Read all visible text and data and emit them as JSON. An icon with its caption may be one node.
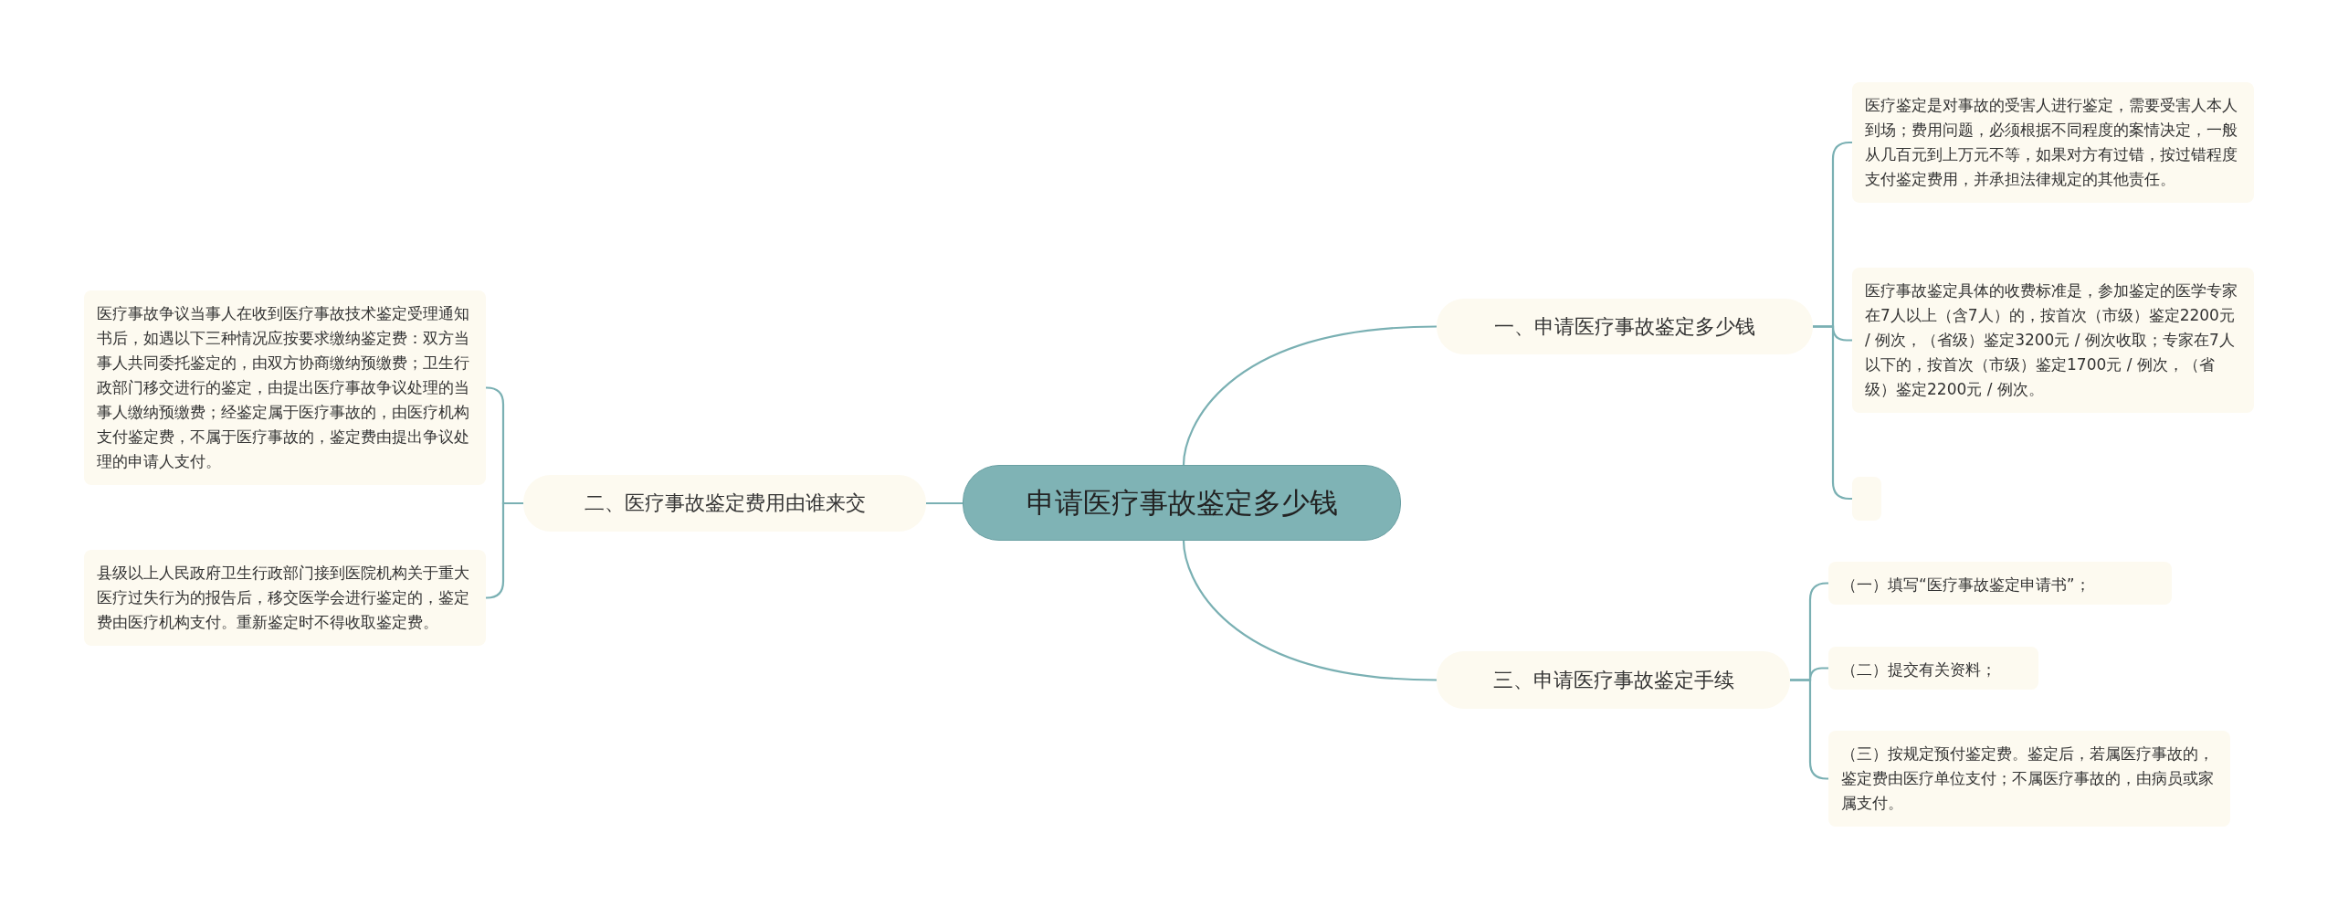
{
  "diagram": {
    "nodes": [
      {
        "text": [
          "申请医疗事故鉴定多少钱"
        ]
      },
      {
        "text": [
          "一、申请医疗事故鉴定多少钱"
        ]
      },
      {
        "text": [
          "医疗鉴定是对事故的受害人进行鉴定，需要受害人本人到场；费用问题，必须根据不同程度的案情决定，一般从几百元到上万元不等，如果对方有过错，按过错程度支付鉴定费用，并承担法律规定的其他责任。"
        ]
      },
      {
        "text": [
          "医疗事故鉴定具体的收费标准是，参加鉴定的医学专家在7人以上（含7人）的，按首次（市级）鉴定2200元 / 例次，（省级）鉴定3200元 / 例次收取；专家在7人以下的，按首次（市级）鉴定1700元 / 例次，（省级）鉴定2200元 / 例次。"
        ]
      },
      {
        "text": [],
        "shape": "box"
      },
      {
        "text": [
          "二、医疗事故鉴定费用由谁来交"
        ]
      },
      {
        "text": [
          "医疗事故争议当事人在收到医疗事故技术鉴定受理通知书后，如遇以下三种情况应按要求缴纳鉴定费：双方当事人共同委托鉴定的，由双方协商缴纳预缴费；卫生行政部门移交进行的鉴定，由提出医疗事故争议处理的当事人缴纳预缴费；经鉴定属于医疗事故的，由医疗机构支付鉴定费，不属于医疗事故的，鉴定费由提出争议处理的申请人支付。"
        ]
      },
      {
        "text": [
          "县级以上人民政府卫生行政部门接到医院机构关于重大医疗过失行为的报告后，移交医学会进行鉴定的，鉴定费由医疗机构支付。重新鉴定时不得收取鉴定费。"
        ]
      },
      {
        "text": [
          "三、申请医疗事故鉴定手续"
        ]
      },
      {
        "text": [
          "（一）填写“医疗事故鉴定申请书”；"
        ]
      },
      {
        "text": [
          "（二）提交有关资料；"
        ]
      },
      {
        "text": [
          "（三）按规定预付鉴定费。鉴定后，若属医疗事故的，鉴定费由医疗单位支付；不属医疗事故的，由病员或家属支付。"
        ]
      }
    ],
    "edges": [
      {
        "from": 0,
        "to": 1,
        "arrow": "none"
      },
      {
        "from": 1,
        "to": 2,
        "arrow": "none"
      },
      {
        "from": 1,
        "to": 3,
        "arrow": "none"
      },
      {
        "from": 1,
        "to": 4,
        "arrow": "none"
      },
      {
        "from": 0,
        "to": 5,
        "arrow": "none"
      },
      {
        "from": 5,
        "to": 6,
        "arrow": "none"
      },
      {
        "from": 5,
        "to": 7,
        "arrow": "none"
      },
      {
        "from": 0,
        "to": 8,
        "arrow": "none"
      },
      {
        "from": 8,
        "to": 9,
        "arrow": "none"
      },
      {
        "from": 8,
        "to": 10,
        "arrow": "none"
      },
      {
        "from": 8,
        "to": 11,
        "arrow": "none"
      }
    ]
  }
}
